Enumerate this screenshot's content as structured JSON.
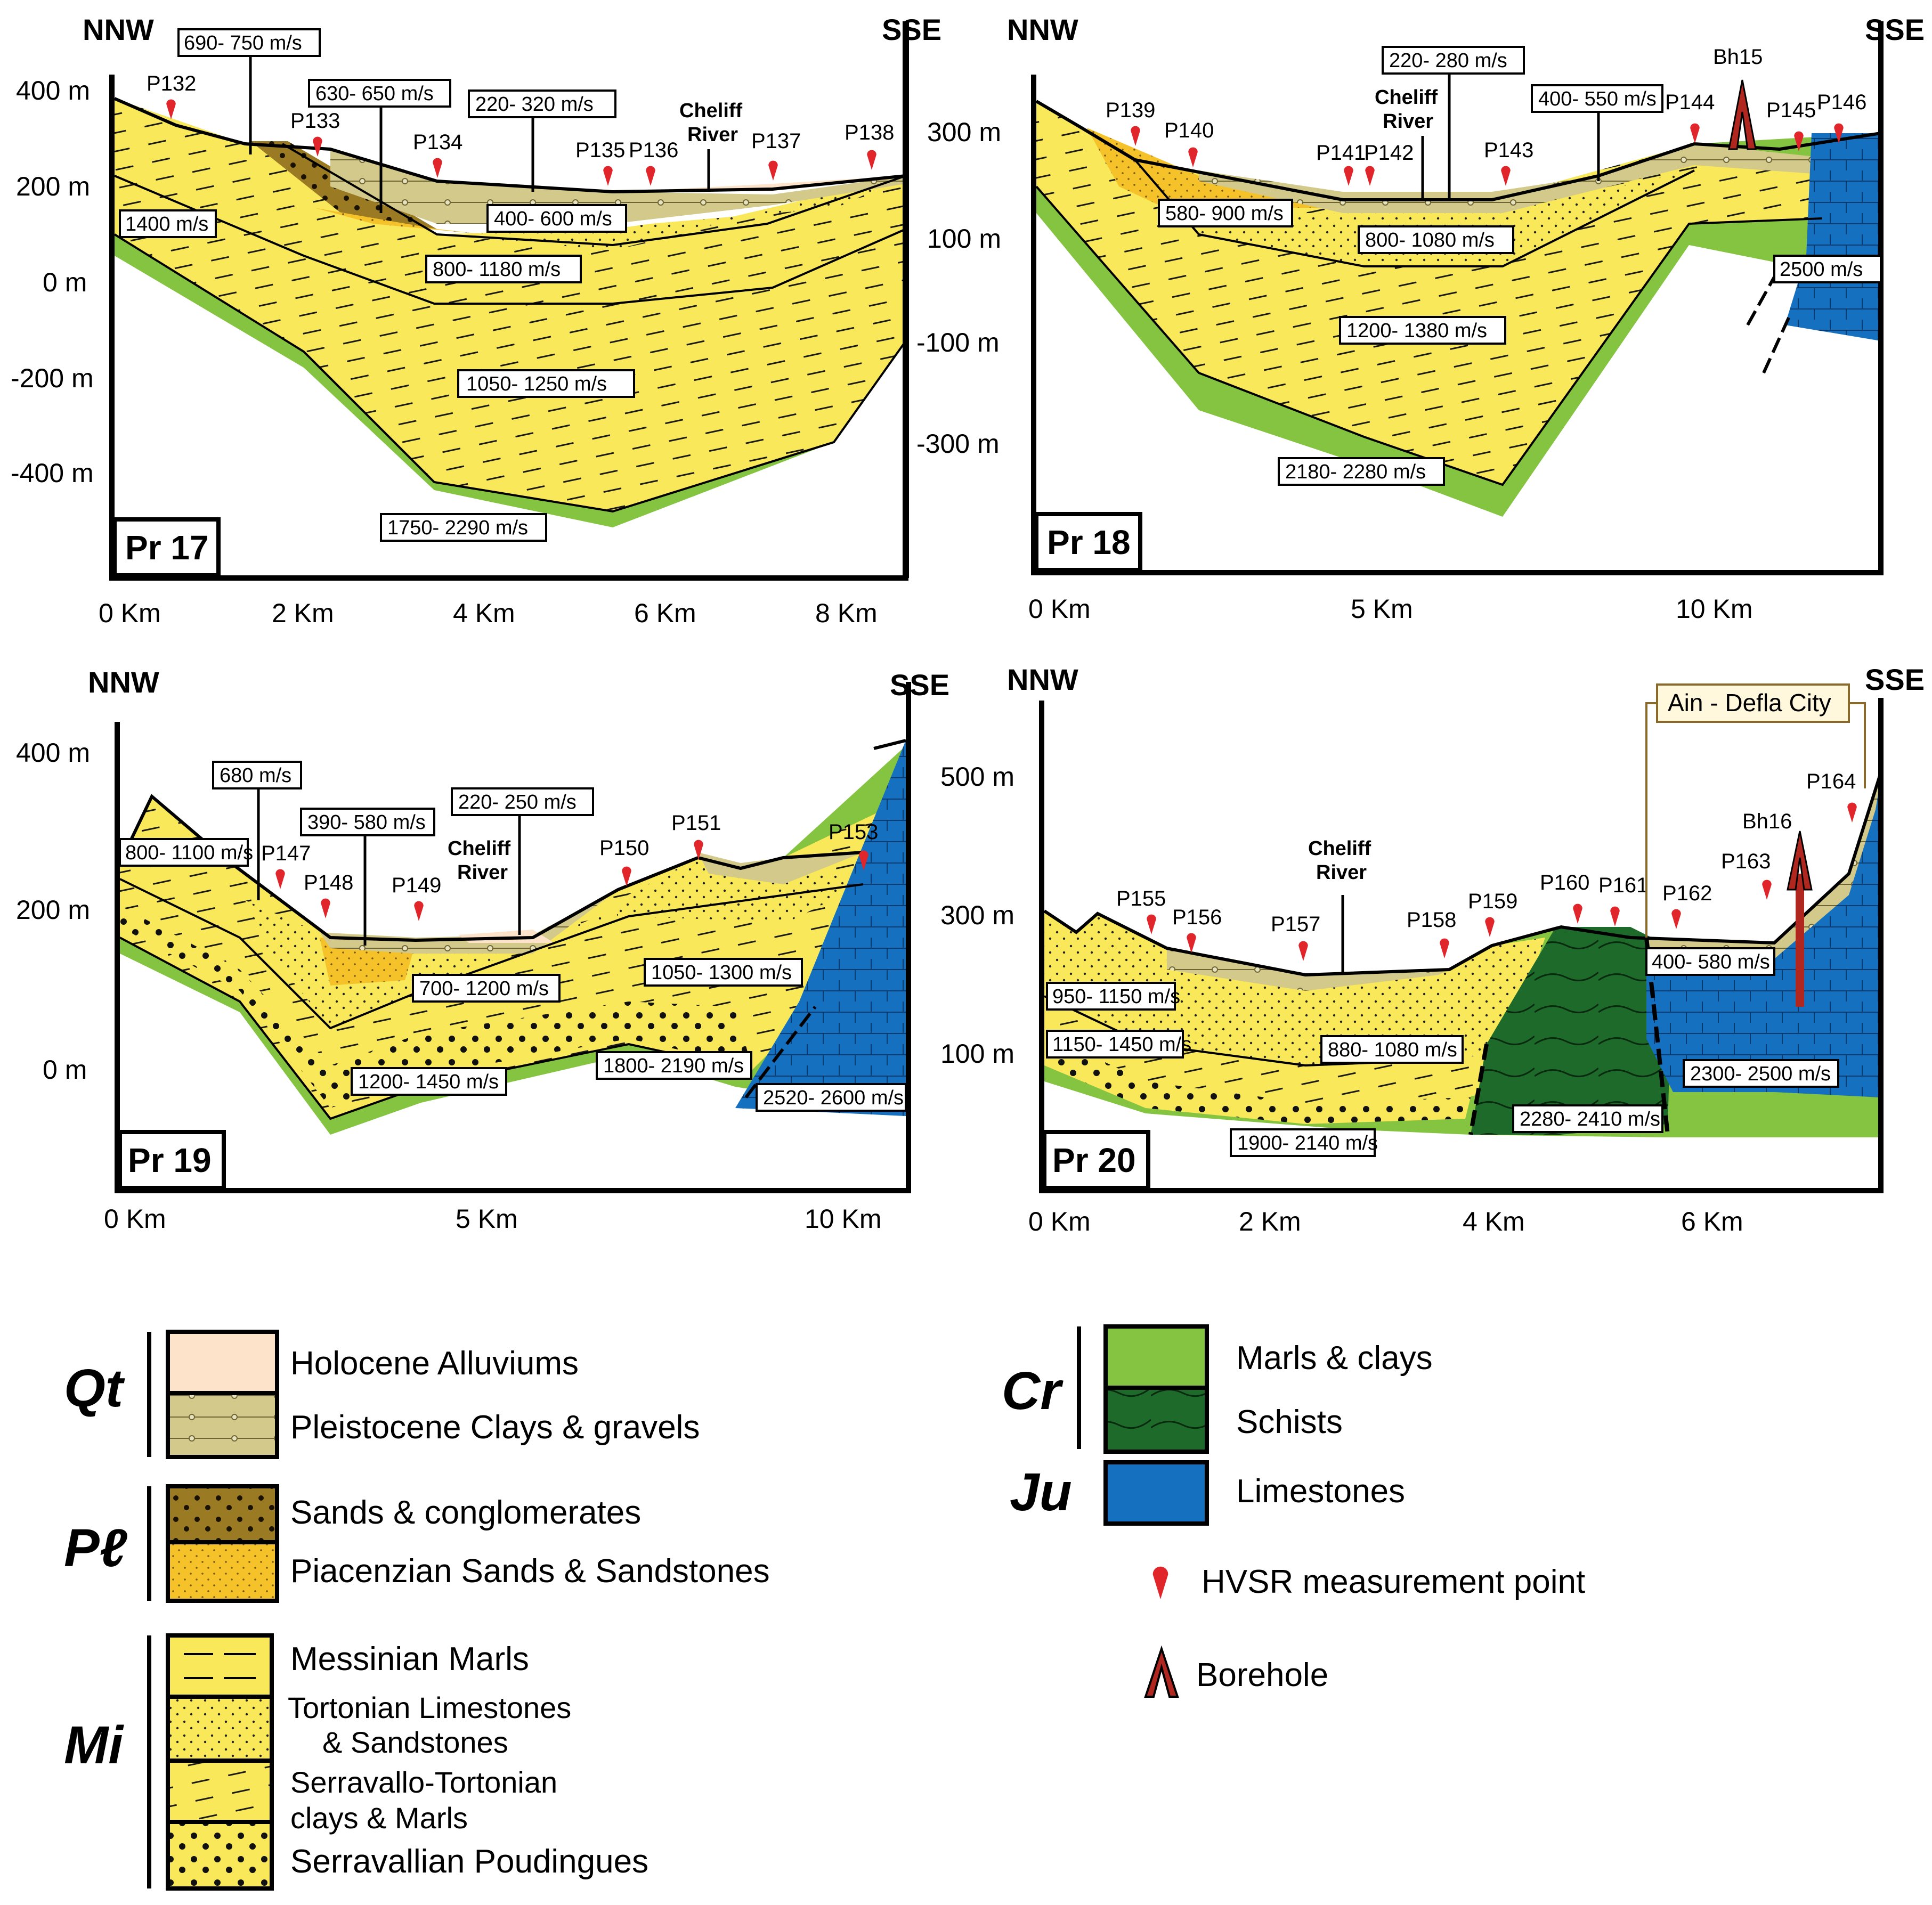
{
  "colors": {
    "holocene": "#fde3c9",
    "pleistocene": "#d2c98a",
    "sands_conglomerates": "#9a7a22",
    "piacenzian": "#f6c22a",
    "messinian": "#f9e85a",
    "marls_clays": "#84c441",
    "schists": "#1d6a2b",
    "limestones": "#1570c0",
    "hvsr": "#e0252b",
    "borehole": "#b0271f"
  },
  "directions": {
    "left": "NNW",
    "right": "SSE"
  },
  "sections": [
    {
      "id": "Pr 17",
      "y_ticks": [
        "400 m",
        "200 m",
        "0 m",
        "-200 m",
        "-400 m"
      ],
      "x_ticks": [
        "0 Km",
        "2 Km",
        "4 Km",
        "6 Km",
        "8 Km"
      ],
      "points": [
        "P132",
        "P133",
        "P134",
        "P135",
        "P136",
        "P137",
        "P138"
      ],
      "river": [
        "Cheliff",
        "River"
      ],
      "velocities": [
        "690- 750 m/s",
        "630- 650 m/s",
        "220- 320 m/s",
        "1400 m/s",
        "400- 600 m/s",
        "800- 1180 m/s",
        "1050- 1250 m/s",
        "1750- 2290 m/s"
      ]
    },
    {
      "id": "Pr 18",
      "y_ticks": [
        "300 m",
        "100 m",
        "-100 m",
        "-300 m"
      ],
      "x_ticks": [
        "0 Km",
        "5 Km",
        "10 Km"
      ],
      "points": [
        "P139",
        "P140",
        "P141",
        "P142",
        "P143",
        "P144",
        "P145",
        "P146"
      ],
      "borehole": "Bh15",
      "river": [
        "Cheliff",
        "River"
      ],
      "velocities": [
        "220- 280 m/s",
        "400- 550 m/s",
        "580- 900 m/s",
        "800- 1080 m/s",
        "2500 m/s",
        "1200- 1380 m/s",
        "2180- 2280 m/s"
      ]
    },
    {
      "id": "Pr 19",
      "y_ticks": [
        "400 m",
        "200 m",
        "0 m"
      ],
      "x_ticks": [
        "0 Km",
        "5 Km",
        "10 Km"
      ],
      "points": [
        "P147",
        "P148",
        "P149",
        "P150",
        "P151",
        "P153"
      ],
      "river": [
        "Cheliff",
        "River"
      ],
      "velocities": [
        "680 m/s",
        "390- 580 m/s",
        "220- 250 m/s",
        "800- 1100 m/s",
        "700- 1200 m/s",
        "1050- 1300 m/s",
        "1200- 1450 m/s",
        "1800- 2190 m/s",
        "2520- 2600 m/s"
      ]
    },
    {
      "id": "Pr 20",
      "y_ticks": [
        "500 m",
        "300 m",
        "100 m"
      ],
      "x_ticks": [
        "0 Km",
        "2 Km",
        "4 Km",
        "6 Km"
      ],
      "points": [
        "P155",
        "P156",
        "P157",
        "P158",
        "P159",
        "P160",
        "P161",
        "P162",
        "P163",
        "P164"
      ],
      "borehole": "Bh16",
      "river": [
        "Cheliff",
        "River"
      ],
      "city": "Ain - Defla  City",
      "velocities": [
        "950- 1150 m/s",
        "1150- 1450 m/s",
        "880- 1080 m/s",
        "400- 580 m/s",
        "2300- 2500 m/s",
        "2280- 2410 m/s",
        "1900- 2140 m/s"
      ]
    }
  ],
  "legend": {
    "groups": [
      "Qt",
      "Pℓ",
      "Mi",
      "Cr",
      "Ju"
    ],
    "items": [
      "Holocene Alluviums",
      "Pleistocene Clays & gravels",
      "Sands & conglomerates",
      "Piacenzian Sands & Sandstones",
      "Messinian Marls",
      "Tortonian Limestones",
      "& Sandstones",
      "Serravallo-Tortonian",
      "clays & Marls",
      "Serravallian Poudingues",
      "Marls & clays",
      "Schists",
      "Limestones",
      "HVSR measurement point",
      "Borehole"
    ]
  }
}
